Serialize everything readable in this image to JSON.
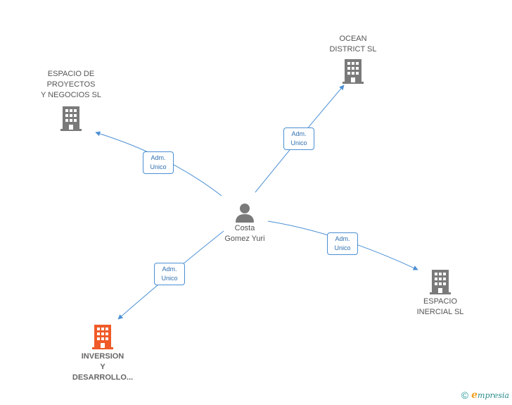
{
  "person": {
    "label": "Costa\nGomez Yuri",
    "icon": "person-icon"
  },
  "companies": [
    {
      "id": "espacio-proyectos",
      "label": "ESPACIO DE\nPROYECTOS\nY NEGOCIOS SL",
      "icon": "building-icon",
      "color": "#7a7a7a"
    },
    {
      "id": "ocean-district",
      "label": "OCEAN\nDISTRICT SL",
      "icon": "building-icon",
      "color": "#7a7a7a"
    },
    {
      "id": "espacio-inercial",
      "label": "ESPACIO\nINERCIAL SL",
      "icon": "building-icon",
      "color": "#7a7a7a"
    },
    {
      "id": "inversion-desarrollo",
      "label": "INVERSION\nY\nDESARROLLO...",
      "icon": "building-icon",
      "color": "#f05a28"
    }
  ],
  "relations": [
    {
      "label": "Adm.\nUnico"
    },
    {
      "label": "Adm.\nUnico"
    },
    {
      "label": "Adm.\nUnico"
    },
    {
      "label": "Adm.\nUnico"
    }
  ],
  "brand": {
    "copyright": "©",
    "e": "e",
    "rest": "mpresia"
  },
  "colors": {
    "edge": "#4a8fd4",
    "icon": "#7a7a7a",
    "highlight": "#f05a28"
  }
}
